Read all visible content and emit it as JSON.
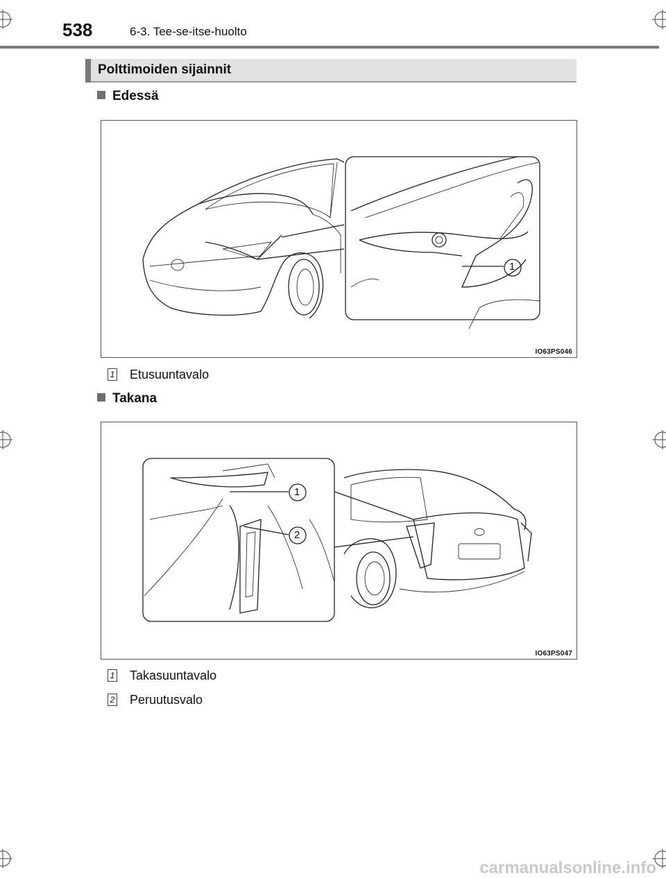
{
  "header": {
    "page_number": "538",
    "chapter": "6-3. Tee-se-itse-huolto"
  },
  "section": {
    "title": "Polttimoiden sijainnit"
  },
  "front": {
    "heading": "Edessä",
    "figure_code": "IO63PS046",
    "callout": "1",
    "legend": [
      {
        "number": "1",
        "label": "Etusuuntavalo"
      }
    ]
  },
  "rear": {
    "heading": "Takana",
    "figure_code": "IO63PS047",
    "callouts": [
      "1",
      "2"
    ],
    "legend": [
      {
        "number": "1",
        "label": "Takasuuntavalo"
      },
      {
        "number": "2",
        "label": "Peruutusvalo"
      }
    ]
  },
  "footer": {
    "watermark": "carmanualsonline.info"
  }
}
